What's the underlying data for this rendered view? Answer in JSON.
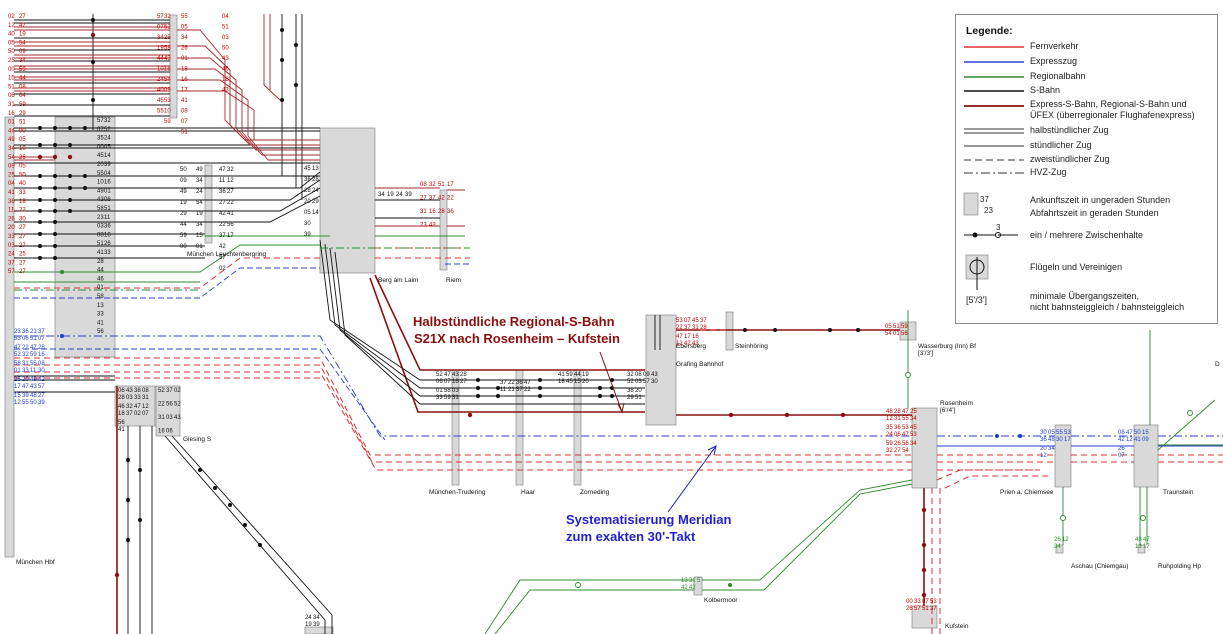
{
  "legend": {
    "title": "Legende:",
    "items": [
      "Fernverkehr",
      "Expresszug",
      "Regionalbahn",
      "S-Bahn",
      "Express-S-Bahn, Regional-S-Bahn und",
      "ÜFEX (überregionaler Flughafenexpress)",
      "halbstündlicher Zug",
      "stündlicher Zug",
      "zweistündlicher Zug",
      "HVZ-Zug",
      "Ankunftszeit in ungeraden Stunden",
      "Abfahrtszeit in geraden Stunden",
      "ein / mehrere Zwischenhalte",
      "Flügeln und Vereinigen",
      "minimale Übergangszeiten,",
      "nicht bahnsteiggleich / bahnsteiggleich"
    ],
    "sample_times": [
      "37",
      "23"
    ],
    "sample_halt_count": "3",
    "sample_transfer": "[5'/3']"
  },
  "annotations": {
    "red_line1": "Halbstündliche Regional-S-Bahn",
    "red_line2": "S21X nach Rosenheim – Kufstein",
    "blue_line1": "Systematisierung Meridian",
    "blue_line2": "zum exakten 30'-Takt"
  },
  "stations": {
    "muenchen_hbf": "München Hbf",
    "leuchtenbergring": "München Leuchtenbergring",
    "berg_am_laim": "Berg am Laim",
    "riem": "Riem",
    "giesing": "Giesing S",
    "trudering": "München-Trudering",
    "haar": "Haar",
    "zorneding": "Zorneding",
    "ebersberg": "Ebersberg",
    "steinhoering": "Steinhöring",
    "grafing": "Grafing Bahnhof",
    "wasserburg": "Wasserburg (Inn) Bf",
    "wasserburg_transfer": "[3'/3']",
    "rosenheim": "Rosenheim",
    "rosenheim_transfer": "[6'/4']",
    "prien": "Prien a. Chiemsee",
    "traunstein": "Traunstein",
    "aschau": "Aschau (Chiemgau)",
    "ruhpolding": "Ruhpolding Hp",
    "kolbermoor": "Kolbermoor",
    "kufstein": "Kufstein",
    "edge_d": "D"
  },
  "times": {
    "hbf_col1": [
      "02",
      "12",
      "40",
      "05",
      "50",
      "25",
      "00",
      "15",
      "51",
      "06",
      "31",
      "16",
      "01",
      "44",
      "49",
      "34",
      "54",
      "09",
      "25",
      "04",
      "41",
      "36",
      "11",
      "26",
      "20",
      "33",
      "03",
      "24",
      "37",
      "57"
    ],
    "hbf_col2": [
      "27",
      "47",
      "19",
      "54",
      "09",
      "34",
      "59",
      "44",
      "08",
      "04",
      "59",
      "29",
      "51",
      "00",
      "05",
      "10",
      "25",
      "05",
      "50",
      "40",
      "33",
      "18",
      "22",
      "30",
      "27",
      "27",
      "27",
      "25",
      "27",
      "27"
    ],
    "hbf_right1": [
      "57",
      "07",
      "35",
      "00",
      "45",
      "20",
      "55",
      "10",
      "49",
      "43",
      "58",
      "23",
      "03",
      "08",
      "51",
      "41",
      "28",
      "44",
      "46",
      "01",
      "58",
      "13",
      "33",
      "41",
      "56"
    ],
    "hbf_right2": [
      "32",
      "52",
      "24",
      "05",
      "14",
      "39",
      "04",
      "16",
      "01",
      "06",
      "51",
      "11",
      "36",
      "16",
      "26",
      "33"
    ],
    "mid_col1": [
      "57",
      "07",
      "34",
      "19",
      "44",
      "10",
      "24",
      "40",
      "45",
      "55"
    ],
    "mid_col2": [
      "32",
      "52",
      "25",
      "58",
      "43",
      "15",
      "54",
      "09",
      "53",
      "10",
      "59"
    ],
    "mid_col3": [
      "55",
      "05",
      "34",
      "26",
      "01",
      "18",
      "16",
      "17",
      "41",
      "08",
      "07",
      "51"
    ],
    "mid_col4": [
      "04",
      "51",
      "03",
      "50",
      "43",
      "46",
      "18",
      "43"
    ],
    "leucht_left": [
      "50",
      "09",
      "49",
      "19",
      "29",
      "44",
      "59",
      "00"
    ],
    "leucht_right1": [
      "49",
      "34",
      "24",
      "54",
      "19",
      "34",
      "15",
      "01"
    ],
    "leucht_right2": [
      "47",
      "11",
      "36",
      "27",
      "42",
      "22",
      "37",
      "42",
      "57",
      "02"
    ],
    "leucht_right3": [
      "32",
      "12",
      "27",
      "22",
      "41",
      "56",
      "17"
    ],
    "berg_left": [
      "45",
      "36",
      "28",
      "20",
      "05",
      "30",
      "39"
    ],
    "berg_right": [
      "13",
      "28",
      "24",
      "29",
      "14"
    ],
    "riem_times": [
      "08",
      "32",
      "51",
      "17",
      "27",
      "37",
      "42",
      "22",
      "31",
      "16",
      "28",
      "36",
      "23",
      "43"
    ],
    "riem_left": [
      "34",
      "19",
      "24",
      "39"
    ],
    "giesing": [
      "52",
      "37",
      "02",
      "22",
      "56",
      "52",
      "31",
      "03",
      "43",
      "16",
      "06"
    ],
    "giesing_bot": [
      "06",
      "28",
      "43",
      "03",
      "38",
      "33",
      "08",
      "31",
      "46",
      "18",
      "32",
      "37",
      "47",
      "02",
      "12",
      "07",
      "56",
      "41"
    ],
    "lower_left": [
      "23",
      "53",
      "36",
      "06",
      "21",
      "51",
      "37",
      "07",
      "47",
      "52",
      "22",
      "32",
      "47",
      "59",
      "28",
      "16",
      "58",
      "01",
      "31",
      "33",
      "55",
      "11",
      "08",
      "30",
      "25",
      "17",
      "20",
      "47",
      "49",
      "43",
      "42",
      "57",
      "15",
      "12",
      "39",
      "55",
      "48",
      "50",
      "27",
      "39"
    ],
    "trudering": [
      "52",
      "06",
      "47",
      "07",
      "43",
      "16",
      "28",
      "27",
      "01",
      "33",
      "58",
      "59",
      "03",
      "31"
    ],
    "haar": [
      "37",
      "11",
      "22",
      "21",
      "36",
      "37",
      "47",
      "22"
    ],
    "zorneding": [
      "41",
      "18",
      "59",
      "45",
      "44",
      "15",
      "19",
      "20"
    ],
    "grafing": [
      "32",
      "52",
      "08",
      "03",
      "09",
      "57",
      "43",
      "30",
      "38",
      "29",
      "20",
      "51"
    ],
    "ebersberg": [
      "53",
      "22",
      "07",
      "37",
      "45",
      "31",
      "37",
      "28",
      "47",
      "12",
      "17",
      "42",
      "16",
      "43"
    ],
    "wasserburg": [
      "05",
      "54",
      "51",
      "01",
      "59",
      "56"
    ],
    "rosenheim": [
      "48",
      "12",
      "28",
      "31",
      "47",
      "55",
      "25",
      "34",
      "35",
      "24",
      "36",
      "06",
      "53",
      "47",
      "45",
      "53",
      "59",
      "32",
      "26",
      "27",
      "56",
      "54",
      "34"
    ],
    "kolbermoor_times": [
      "13",
      "42",
      "31",
      "42",
      "5"
    ],
    "prien": [
      "30",
      "36",
      "05",
      "48",
      "55",
      "30",
      "53",
      "17",
      "20",
      "12",
      "34"
    ],
    "traunstein": [
      "08",
      "42",
      "47",
      "12",
      "50",
      "41",
      "15",
      "09",
      "26",
      "07"
    ],
    "aschau": [
      "26",
      "34",
      "12"
    ],
    "ruhpolding": [
      "43",
      "13",
      "47",
      "17"
    ],
    "kufstein": [
      "00",
      "26",
      "33",
      "57",
      "07",
      "51",
      "53",
      "37"
    ],
    "kolbermoor_low": [
      "24",
      "19",
      "34",
      "39"
    ]
  }
}
